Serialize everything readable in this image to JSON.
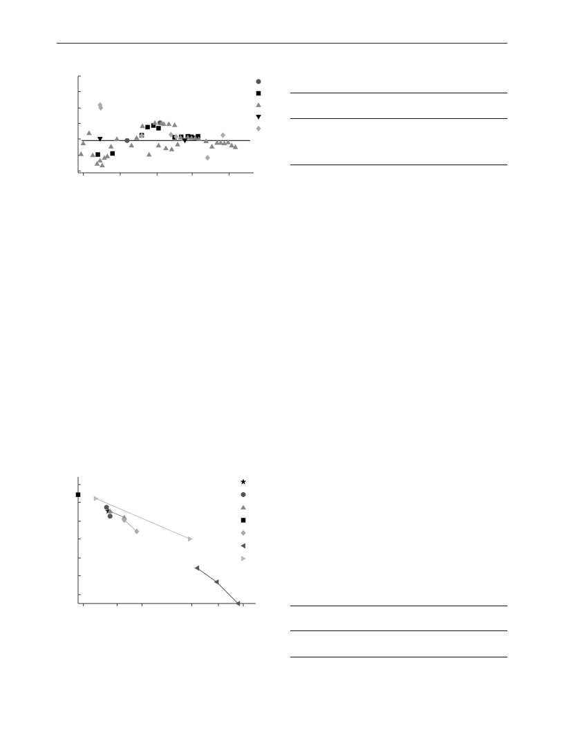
{
  "colors": {
    "black": "#000000",
    "dark_gray": "#555555",
    "mid_gray": "#888888",
    "light_gray": "#aaaaaa",
    "lighter_gray": "#bbbbbb"
  },
  "chart_data": [
    {
      "type": "scatter",
      "title": "",
      "xlabel": "",
      "ylabel": "",
      "xlim": [
        0,
        24
      ],
      "ylim": [
        -0.6,
        1.2
      ],
      "grid": false,
      "legend": "right",
      "reference_line": {
        "x": [
          0.5,
          23.5
        ],
        "y": 0.0
      },
      "series": [
        {
          "marker": "circle",
          "color": "#555555",
          "points": [
            [
              6.7,
              0.0
            ],
            [
              11.2,
              0.33
            ]
          ]
        },
        {
          "marker": "square",
          "color": "#000000",
          "points": [
            [
              2.7,
              -0.26
            ],
            [
              4.7,
              -0.24
            ],
            [
              8.7,
              0.1
            ],
            [
              9.5,
              0.25
            ],
            [
              10.3,
              0.28
            ],
            [
              11.0,
              0.23
            ],
            [
              13.2,
              0.06
            ],
            [
              14.1,
              0.07
            ],
            [
              15.0,
              0.08
            ],
            [
              15.5,
              0.07
            ],
            [
              16.0,
              0.05
            ],
            [
              16.4,
              0.08
            ]
          ]
        },
        {
          "marker": "triangle-up",
          "color": "#888888",
          "points": [
            [
              0.4,
              -0.25
            ],
            [
              0.7,
              -0.05
            ],
            [
              1.5,
              0.14
            ],
            [
              2.0,
              -0.27
            ],
            [
              2.6,
              -0.43
            ],
            [
              3.0,
              -0.37
            ],
            [
              3.3,
              -0.46
            ],
            [
              3.6,
              -0.32
            ],
            [
              4.0,
              -0.29
            ],
            [
              4.5,
              -0.11
            ],
            [
              5.3,
              0.03
            ],
            [
              7.3,
              -0.09
            ],
            [
              8.0,
              0.05
            ],
            [
              8.8,
              0.27
            ],
            [
              9.7,
              -0.26
            ],
            [
              10.5,
              0.33
            ],
            [
              11.0,
              -0.09
            ],
            [
              11.4,
              0.33
            ],
            [
              11.7,
              0.31
            ],
            [
              12.0,
              -0.14
            ],
            [
              12.4,
              0.31
            ],
            [
              12.8,
              -0.16
            ],
            [
              13.2,
              0.29
            ],
            [
              13.6,
              -0.07
            ],
            [
              14.0,
              0.06
            ],
            [
              14.4,
              0.03
            ],
            [
              15.0,
              0.06
            ],
            [
              15.5,
              0.05
            ],
            [
              16.0,
              0.05
            ],
            [
              16.5,
              0.03
            ],
            [
              17.5,
              -0.01
            ],
            [
              18.3,
              -0.11
            ],
            [
              19.0,
              -0.04
            ],
            [
              19.5,
              -0.04
            ],
            [
              20.0,
              -0.05
            ],
            [
              20.5,
              -0.03
            ],
            [
              21.0,
              -0.09
            ],
            [
              21.5,
              -0.12
            ]
          ]
        },
        {
          "marker": "triangle-down",
          "color": "#000000",
          "points": [
            [
              3.0,
              0.03
            ],
            [
              14.6,
              0.0
            ]
          ]
        },
        {
          "marker": "diamond",
          "color": "#aaaaaa",
          "points": [
            [
              3.0,
              0.66
            ],
            [
              3.1,
              0.61
            ],
            [
              8.7,
              0.09
            ],
            [
              12.7,
              0.11
            ],
            [
              13.4,
              0.07
            ],
            [
              17.7,
              -0.32
            ],
            [
              19.8,
              0.1
            ]
          ]
        }
      ]
    },
    {
      "type": "line",
      "title": "",
      "xlabel": "",
      "ylabel": "",
      "xlim": [
        0,
        100
      ],
      "ylim": [
        0,
        100
      ],
      "grid": false,
      "legend": "right",
      "series": [
        {
          "marker": "star",
          "color": "#111111",
          "line": false,
          "points": [
            [
              17,
              73
            ]
          ]
        },
        {
          "marker": "circle",
          "color": "#555555",
          "line": false,
          "points": [
            [
              16,
              76
            ],
            [
              18,
              69
            ]
          ]
        },
        {
          "marker": "triangle-up",
          "color": "#888888",
          "line": true,
          "points": [
            [
              18,
              73
            ],
            [
              26,
              68
            ]
          ]
        },
        {
          "marker": "square",
          "color": "#000000",
          "line": false,
          "points": [
            [
              0,
              86
            ]
          ]
        },
        {
          "marker": "diamond",
          "color": "#aaaaaa",
          "line": true,
          "points": [
            [
              26,
              66
            ],
            [
              33,
              57
            ]
          ]
        },
        {
          "marker": "triangle-left",
          "color": "#555555",
          "line": true,
          "points": [
            [
              67,
              28
            ],
            [
              78,
              17
            ],
            [
              90,
              0
            ]
          ]
        },
        {
          "marker": "triangle-right",
          "color": "#bbbbbb",
          "line": true,
          "points": [
            [
              10,
              83
            ],
            [
              63,
              51
            ]
          ]
        }
      ]
    }
  ]
}
